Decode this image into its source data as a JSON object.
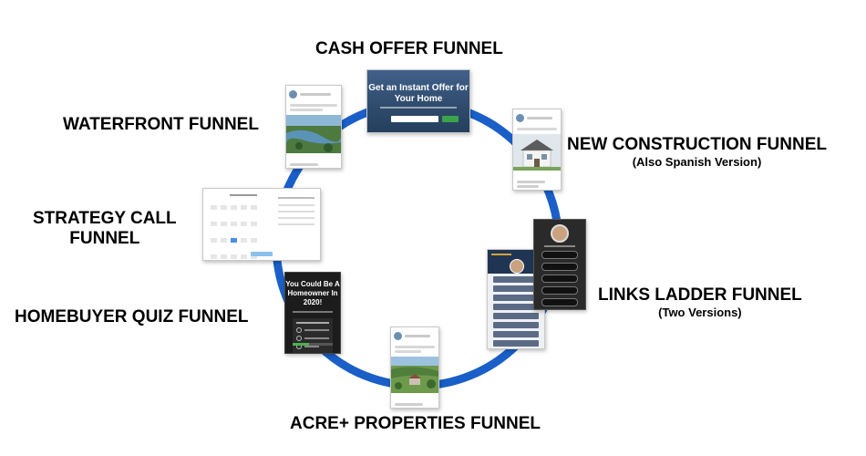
{
  "funnels": {
    "cash_offer": {
      "title": "CASH OFFER FUNNEL",
      "thumb_heading": "Get an Instant Offer for Your Home"
    },
    "waterfront": {
      "title": "WATERFRONT FUNNEL"
    },
    "new_construction": {
      "title": "NEW CONSTRUCTION FUNNEL",
      "subtitle": "(Also Spanish Version)"
    },
    "strategy_call": {
      "title_line1": "STRATEGY CALL",
      "title_line2": "FUNNEL"
    },
    "links_ladder": {
      "title": "LINKS LADDER FUNNEL",
      "subtitle": "(Two Versions)"
    },
    "homebuyer_quiz": {
      "title": "HOMEBUYER QUIZ FUNNEL",
      "thumb_heading": "You Could Be A Homeowner In 2020!"
    },
    "acre_properties": {
      "title": "ACRE+ PROPERTIES FUNNEL"
    }
  },
  "colors": {
    "ring": "#1a5fc8",
    "cash_bg": "#2f4a6b",
    "quiz_bg": "#1c1c1c",
    "ladder_header": "#1f3553",
    "ladder_btn": "#5b6b86"
  }
}
